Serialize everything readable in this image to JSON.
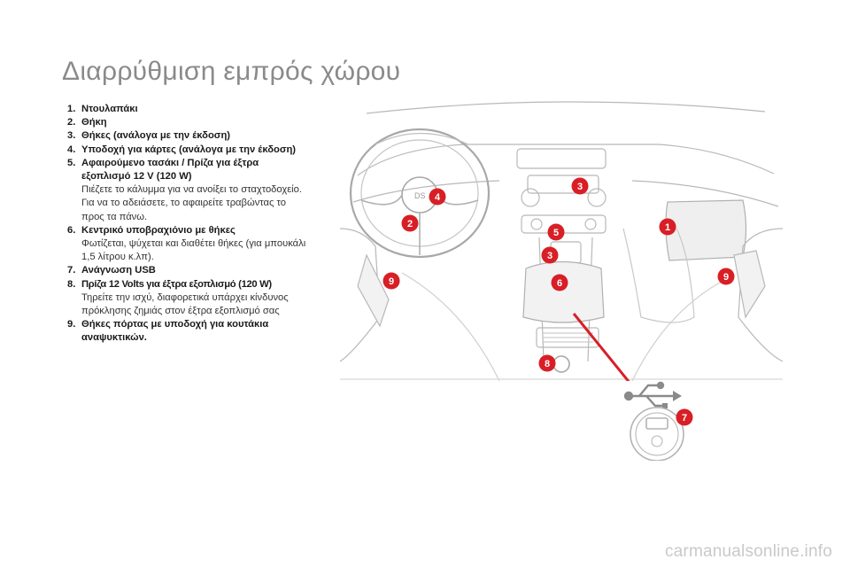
{
  "page": {
    "title": "Διαρρύθμιση εμπρός χώρου"
  },
  "legend": [
    {
      "num": "1.",
      "title": "Ντουλαπάκι",
      "desc": []
    },
    {
      "num": "2.",
      "title": "Θήκη",
      "desc": []
    },
    {
      "num": "3.",
      "title": "Θήκες (ανάλογα με την έκδοση)",
      "desc": []
    },
    {
      "num": "4.",
      "title": "Υποδοχή για κάρτες (ανάλογα με την έκδοση)",
      "desc": []
    },
    {
      "num": "5.",
      "title": "Αφαιρούμενο τασάκι / Πρίζα για έξτρα εξοπλισμό 12 V (120 W)",
      "desc": [
        "Πιέζετε το κάλυμμα για να ανοίξει το σταχτοδοχείο.",
        "Για να το αδειάσετε, το αφαιρείτε τραβώντας το προς τα πάνω."
      ]
    },
    {
      "num": "6.",
      "title": "Κεντρικό υποβραχιόνιο με θήκες",
      "desc": [
        "Φωτίζεται, ψύχεται και διαθέτει θήκες (για μπουκάλι 1,5 λίτρου κ.λπ)."
      ]
    },
    {
      "num": "7.",
      "title": "Ανάγνωση USB",
      "desc": []
    },
    {
      "num": "8.",
      "title": "Πρίζα 12 Volts για έξτρα εξοπλισμό (120 W)",
      "desc": [
        "Τηρείτε την ισχύ, διαφορετικά υπάρχει κίνδυνος πρόκλησης ζημιάς στον έξτρα εξοπλισμό σας"
      ]
    },
    {
      "num": "9.",
      "title": "Θήκες πόρτας με υποδοχή για κουτάκια αναψυκτικών.",
      "desc": []
    }
  ],
  "callouts": [
    "1",
    "2",
    "3",
    "3",
    "4",
    "5",
    "6",
    "7",
    "8",
    "9",
    "9"
  ],
  "colors": {
    "callout_fill": "#d81f26",
    "callout_text": "#ffffff",
    "title": "#8a8a8a",
    "drawing": "#b5b5b5",
    "pointer": "#d81f26"
  },
  "icons": {
    "usb": "usb-icon"
  },
  "watermark": "carmanualsonline.info"
}
